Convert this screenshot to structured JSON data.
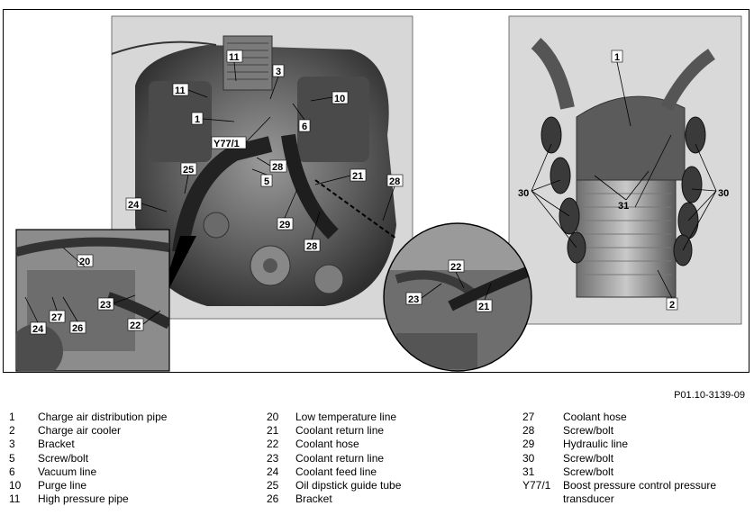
{
  "figure_id": "P01.10-3139-09",
  "callouts": {
    "c11a": "11",
    "c11b": "11",
    "c3": "3",
    "c10": "10",
    "c1": "1",
    "c6": "6",
    "cY77": "Y77/1",
    "c28a": "28",
    "c5": "5",
    "c21a": "21",
    "c28b": "28",
    "c25": "25",
    "c24a": "24",
    "c29": "29",
    "c28c": "28",
    "c20": "20",
    "c23a": "23",
    "c27": "27",
    "c26": "26",
    "c24b": "24",
    "c22a": "22",
    "c22b": "22",
    "c23b": "23",
    "c21b": "21",
    "c1r": "1",
    "c30a": "30",
    "c31": "31",
    "c30b": "30",
    "c2": "2"
  },
  "legend": {
    "col1": [
      {
        "num": "1",
        "desc": "Charge air distribution pipe"
      },
      {
        "num": "2",
        "desc": "Charge air cooler"
      },
      {
        "num": "3",
        "desc": "Bracket"
      },
      {
        "num": "5",
        "desc": "Screw/bolt"
      },
      {
        "num": "6",
        "desc": "Vacuum line"
      },
      {
        "num": "10",
        "desc": "Purge line"
      },
      {
        "num": "11",
        "desc": "High pressure pipe"
      }
    ],
    "col2": [
      {
        "num": "20",
        "desc": "Low temperature line"
      },
      {
        "num": "21",
        "desc": "Coolant return line"
      },
      {
        "num": "22",
        "desc": "Coolant hose"
      },
      {
        "num": "23",
        "desc": "Coolant return line"
      },
      {
        "num": "24",
        "desc": "Coolant feed line"
      },
      {
        "num": "25",
        "desc": "Oil dipstick guide tube"
      },
      {
        "num": "26",
        "desc": "Bracket"
      }
    ],
    "col3": [
      {
        "num": "27",
        "desc": "Coolant hose"
      },
      {
        "num": "28",
        "desc": "Screw/bolt"
      },
      {
        "num": "29",
        "desc": "Hydraulic line"
      },
      {
        "num": "30",
        "desc": "Screw/bolt"
      },
      {
        "num": "31",
        "desc": "Screw/bolt"
      },
      {
        "num": "Y77/1",
        "desc": "Boost pressure control pressure transducer"
      }
    ]
  }
}
